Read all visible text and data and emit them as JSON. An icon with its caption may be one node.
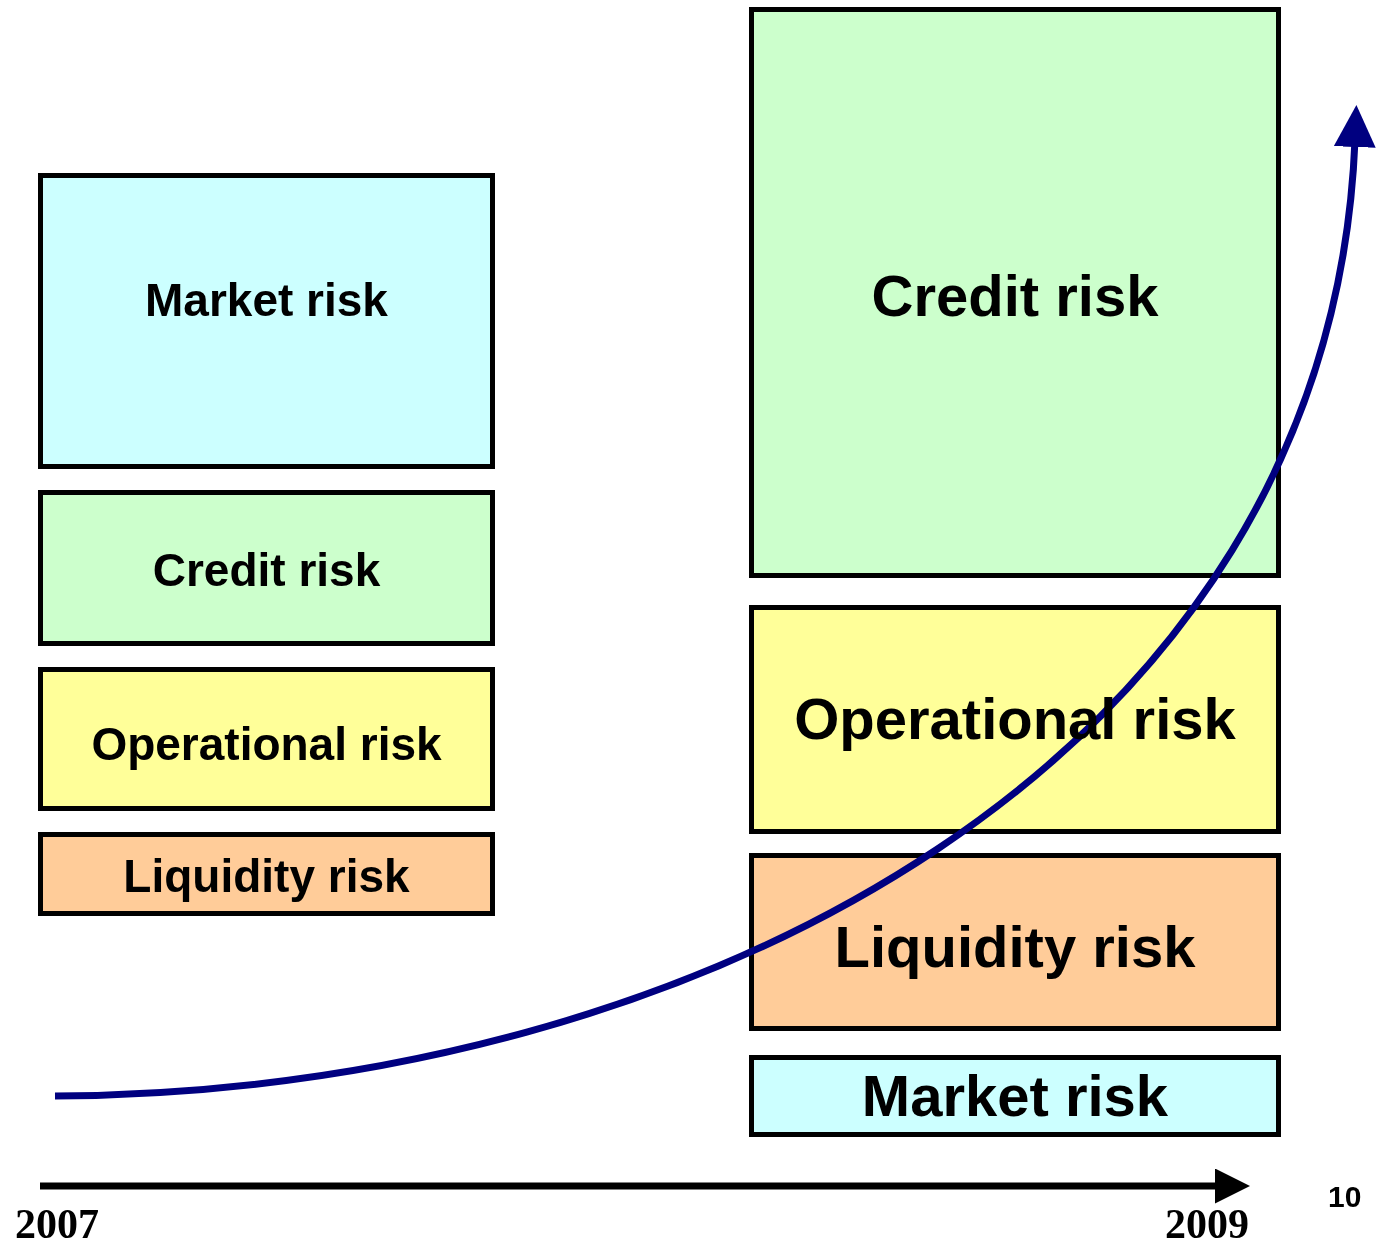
{
  "diagram": {
    "nodes": [
      {
        "text": [
          "Market risk"
        ]
      },
      {
        "text": [
          "Credit risk"
        ]
      },
      {
        "text": [
          "Operational risk"
        ]
      },
      {
        "text": [
          "Liquidity risk"
        ]
      },
      {
        "text": [
          "Credit risk"
        ]
      },
      {
        "text": [
          "Operational risk"
        ]
      },
      {
        "text": [
          "Liquidity risk"
        ]
      },
      {
        "text": [
          "Market risk"
        ]
      }
    ],
    "labels": [
      "2007",
      "2009",
      "10"
    ]
  }
}
